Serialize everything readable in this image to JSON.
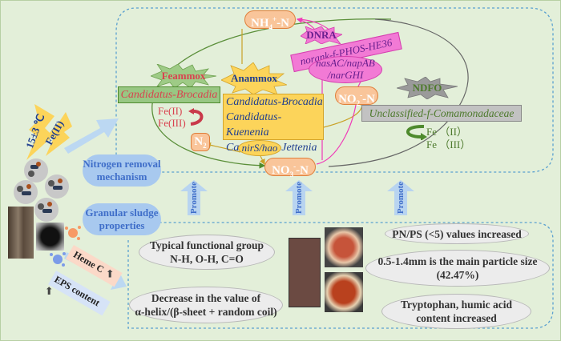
{
  "conditions": {
    "temperature": "15±3 ℃",
    "iron": "Fe(II)"
  },
  "clouds": {
    "nitrogen_removal": "Nitrogen removal mechanism",
    "nitrogen_removal_line1": "Nitrogen removal",
    "nitrogen_removal_line2": "mechanism",
    "granular_line1": "Granular sludge",
    "granular_line2": "properties"
  },
  "nodes": {
    "nh4": {
      "base": "NH",
      "sub": "4",
      "sup": "+",
      "tail": "-N"
    },
    "no2": {
      "base": "NO",
      "sub": "2",
      "sup": "-",
      "tail": "-N"
    },
    "no3": {
      "base": "NO",
      "sub": "3",
      "sup": "-",
      "tail": "-N"
    },
    "n2": {
      "base": "N",
      "sub": "2"
    }
  },
  "processes": {
    "feammox": {
      "label": "Feammox",
      "species": [
        "Candidatus-Brocadia"
      ],
      "fe_top": "Fe(II)",
      "fe_bottom": "Fe(III)"
    },
    "anammox": {
      "label": "Anammox",
      "species": [
        "Candidatus-Brocadia",
        "Candidatus-Kuenenia",
        "Candidatus-Jettenia"
      ],
      "genes": "nirS/hao"
    },
    "dnra": {
      "label": "DNRA",
      "species": [
        "norank-f-PHOS-HE36"
      ],
      "genes": [
        "nasAC/napAB",
        "/narGHI"
      ]
    },
    "ndfo": {
      "label": "NDFO",
      "species": [
        "Unclassified-f-Comamonadaceae"
      ],
      "fe_top": "Fe （II）",
      "fe_bottom": "Fe （III）"
    }
  },
  "promote_label": "Promote",
  "indicators": {
    "heme": "Heme C",
    "eps": "EPS content"
  },
  "properties": [
    {
      "line1": "Typical functional group",
      "line2": "N-H, O-H, C=O"
    },
    {
      "line1": "Decrease in the value of",
      "line2": "α-helix/(β-sheet + random coil)"
    },
    {
      "line1": "PN/PS (<5) values increased",
      "line2": ""
    },
    {
      "line1": "0.5-1.4mm is the main particle size",
      "line2": "(42.47%)"
    },
    {
      "line1": "Tryptophan, humic acid",
      "line2": "content increased"
    }
  ],
  "colors": {
    "background": "#e3efd9",
    "pill_fill": "#f9c59a",
    "pill_border": "#e07f3a",
    "feammox_red": "#d9424f",
    "anammox_yellow": "#fcd45a",
    "dnra_pink": "#f27ad5",
    "ndfo_green": "#4e7a2d",
    "promote_blue": "#3f6ec9"
  }
}
